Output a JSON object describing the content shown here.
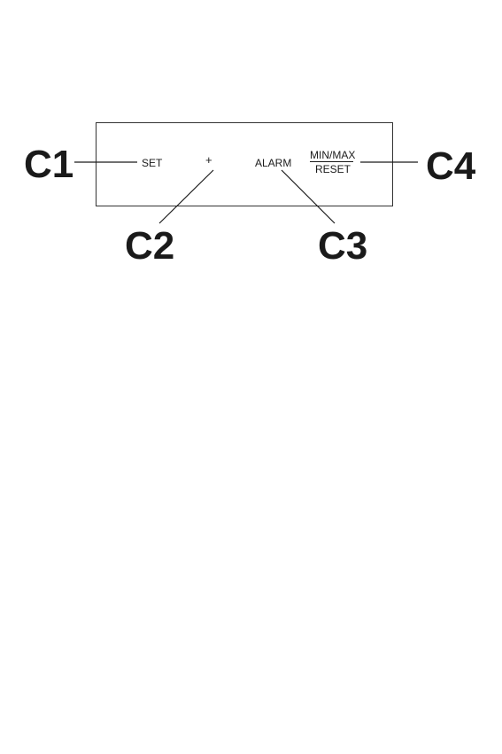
{
  "panel": {
    "buttons": {
      "set": "SET",
      "plus": "+",
      "alarm": "ALARM",
      "minmax": "MIN/MAX",
      "reset": "RESET"
    }
  },
  "callouts": {
    "c1": "C1",
    "c2": "C2",
    "c3": "C3",
    "c4": "C4"
  }
}
